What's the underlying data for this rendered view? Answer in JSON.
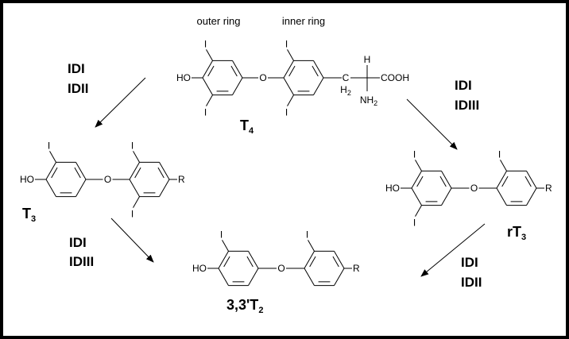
{
  "labels": {
    "outer_ring": "outer ring",
    "inner_ring": "inner ring"
  },
  "atoms": {
    "iodine": "I",
    "hydroxyl": "HO",
    "oxygen": "O",
    "r_group": "R",
    "carbon": "C",
    "h2": "H",
    "h2_sub": "2",
    "hydrogen": "H",
    "amine": "NH",
    "amine_sub": "2",
    "acid": "COOH"
  },
  "compounds": {
    "t4": {
      "name": "T",
      "sub": "4"
    },
    "t3": {
      "name": "T",
      "sub": "3"
    },
    "rt3": {
      "name": "rT",
      "sub": "3"
    },
    "t2": {
      "name": "3,3'T",
      "sub": "2"
    }
  },
  "enzymes": {
    "t4_to_t3": [
      "IDI",
      "IDII"
    ],
    "t4_to_rt3": [
      "IDI",
      "IDIII"
    ],
    "t3_to_t2": [
      "IDI",
      "IDIII"
    ],
    "rt3_to_t2": [
      "IDI",
      "IDII"
    ]
  }
}
